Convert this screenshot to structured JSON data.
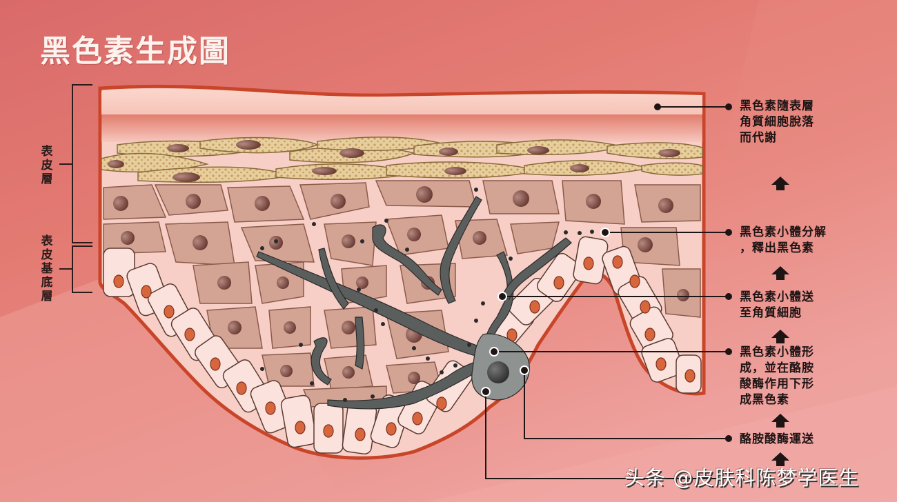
{
  "title": "黑色素生成圖",
  "side_labels": {
    "epidermis": "表皮層",
    "basal_layer": "表皮基底層"
  },
  "steps": [
    {
      "id": "shed",
      "text": "黑色素隨表層\n角質細胞脫落\n而代謝"
    },
    {
      "id": "degrade",
      "text": "黑色素小體分解\n，釋出黑色素"
    },
    {
      "id": "transfer",
      "text": "黑色素小體送\n至角質細胞"
    },
    {
      "id": "formation",
      "text": "黑色素小體形\n成，並在酪胺\n酸酶作用下形\n成黑色素"
    },
    {
      "id": "transport",
      "text": "酪胺酸酶運送"
    }
  ],
  "watermark": "头条 @皮肤科陈梦学医生",
  "colors": {
    "background": "#e37a72",
    "outline_red": "#c8452a",
    "melanocyte": "#5a5e5c",
    "keratinocyte": "#c99282",
    "basal_cell": "#fbe2dc",
    "nucleus": "#d8663c",
    "granular": "#dcc08a",
    "text_dark": "#1e1414",
    "title_white": "#fdf3ee"
  }
}
